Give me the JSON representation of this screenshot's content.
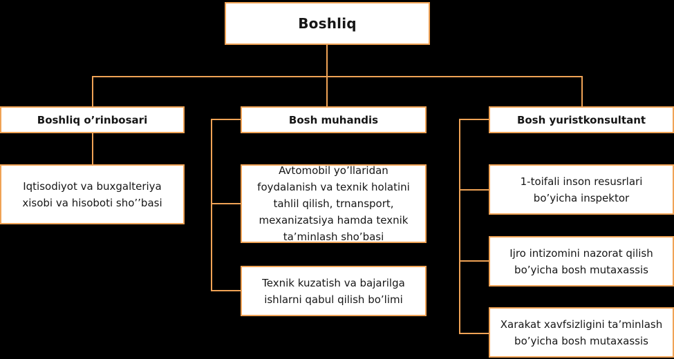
{
  "diagram": {
    "type": "org-chart",
    "root": "Boshliq",
    "columns": [
      {
        "head": "Boshliq o’rinbosari",
        "children": [
          "Iqtisodiyot va buxgalteriya xisobi va hisoboti sho’’basi"
        ]
      },
      {
        "head": "Bosh muhandis",
        "children": [
          "Avtomobil yo’llaridan foydalanish va texnik holatini tahlil qilish, trnansport, mexanizatsiya hamda texnik ta’minlash sho’basi",
          "Texnik kuzatish va bajarilga ishlarni qabul qilish bo’limi"
        ]
      },
      {
        "head": "Bosh yuristkonsultant",
        "children": [
          "1-toifali inson resusrlari bo’yicha inspektor",
          "Ijro intizomini nazorat qilish bo’yicha bosh mutaxassis",
          "Xarakat xavfsizligini ta’minlash bo’yicha bosh mutaxassis"
        ]
      }
    ],
    "colors": {
      "background": "#000000",
      "box_fill": "#FFFFFF",
      "box_border": "#F0A356",
      "connector_line": "#F0A356",
      "text": "#161616"
    }
  }
}
